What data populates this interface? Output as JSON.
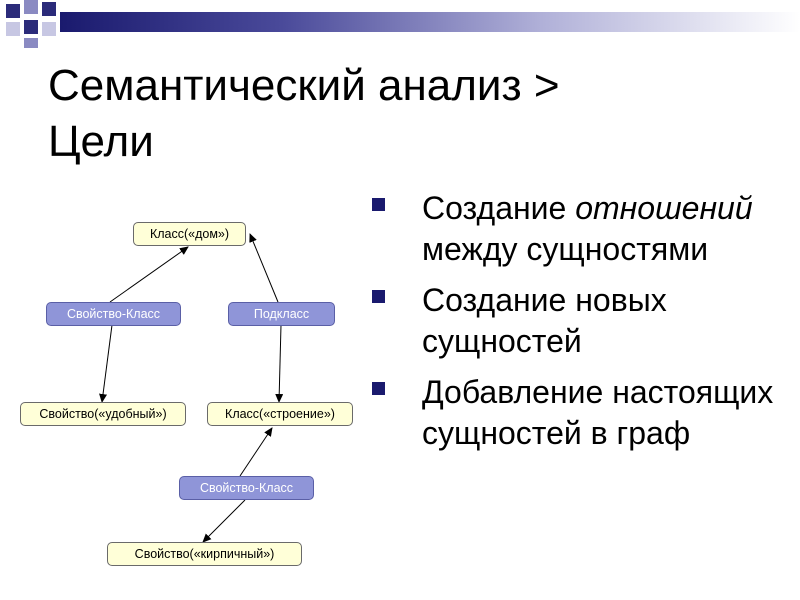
{
  "colors": {
    "node_fill_concept": "#ffffd8",
    "node_fill_relation": "#8f95d8",
    "bullet_marker": "#1a1a6e",
    "banner_dark": "#1a1a6e"
  },
  "slide": {
    "title_line1": "Семантический анализ >",
    "title_line2": "Цели"
  },
  "bullets": [
    {
      "prefix": "Создание ",
      "emph": "отношений",
      "suffix": " между сущностями"
    },
    {
      "prefix": "Создание новых сущностей",
      "emph": "",
      "suffix": ""
    },
    {
      "prefix": "Добавление настоящих сущностей в граф",
      "emph": "",
      "suffix": ""
    }
  ],
  "diagram": {
    "nodes": {
      "class_dom": "Класс(«дом»)",
      "prop_class_1": "Свойство-Класс",
      "subclass": "Подкласс",
      "prop_udobny": "Свойство(«удобный»)",
      "class_stroenie": "Класс(«строение»)",
      "prop_class_2": "Свойство-Класс",
      "prop_kirpichny": "Свойство(«кирпичный»)"
    }
  }
}
